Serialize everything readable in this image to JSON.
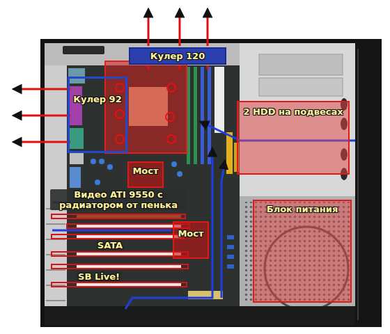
{
  "diagram": {
    "nodes": [
      {
        "text": [
          "Кулер 120"
        ]
      },
      {
        "text": [
          "Кулер 92"
        ]
      },
      {
        "text": [
          "2 HDD на подвесах"
        ]
      },
      {
        "text": [
          "Мост"
        ]
      },
      {
        "text": [
          "Блок питания"
        ]
      },
      {
        "text": [
          "Мост"
        ]
      }
    ],
    "labels": [
      "Видео ATI 9550 с радиатором от пенька",
      "SATA",
      "SB Live!"
    ]
  }
}
